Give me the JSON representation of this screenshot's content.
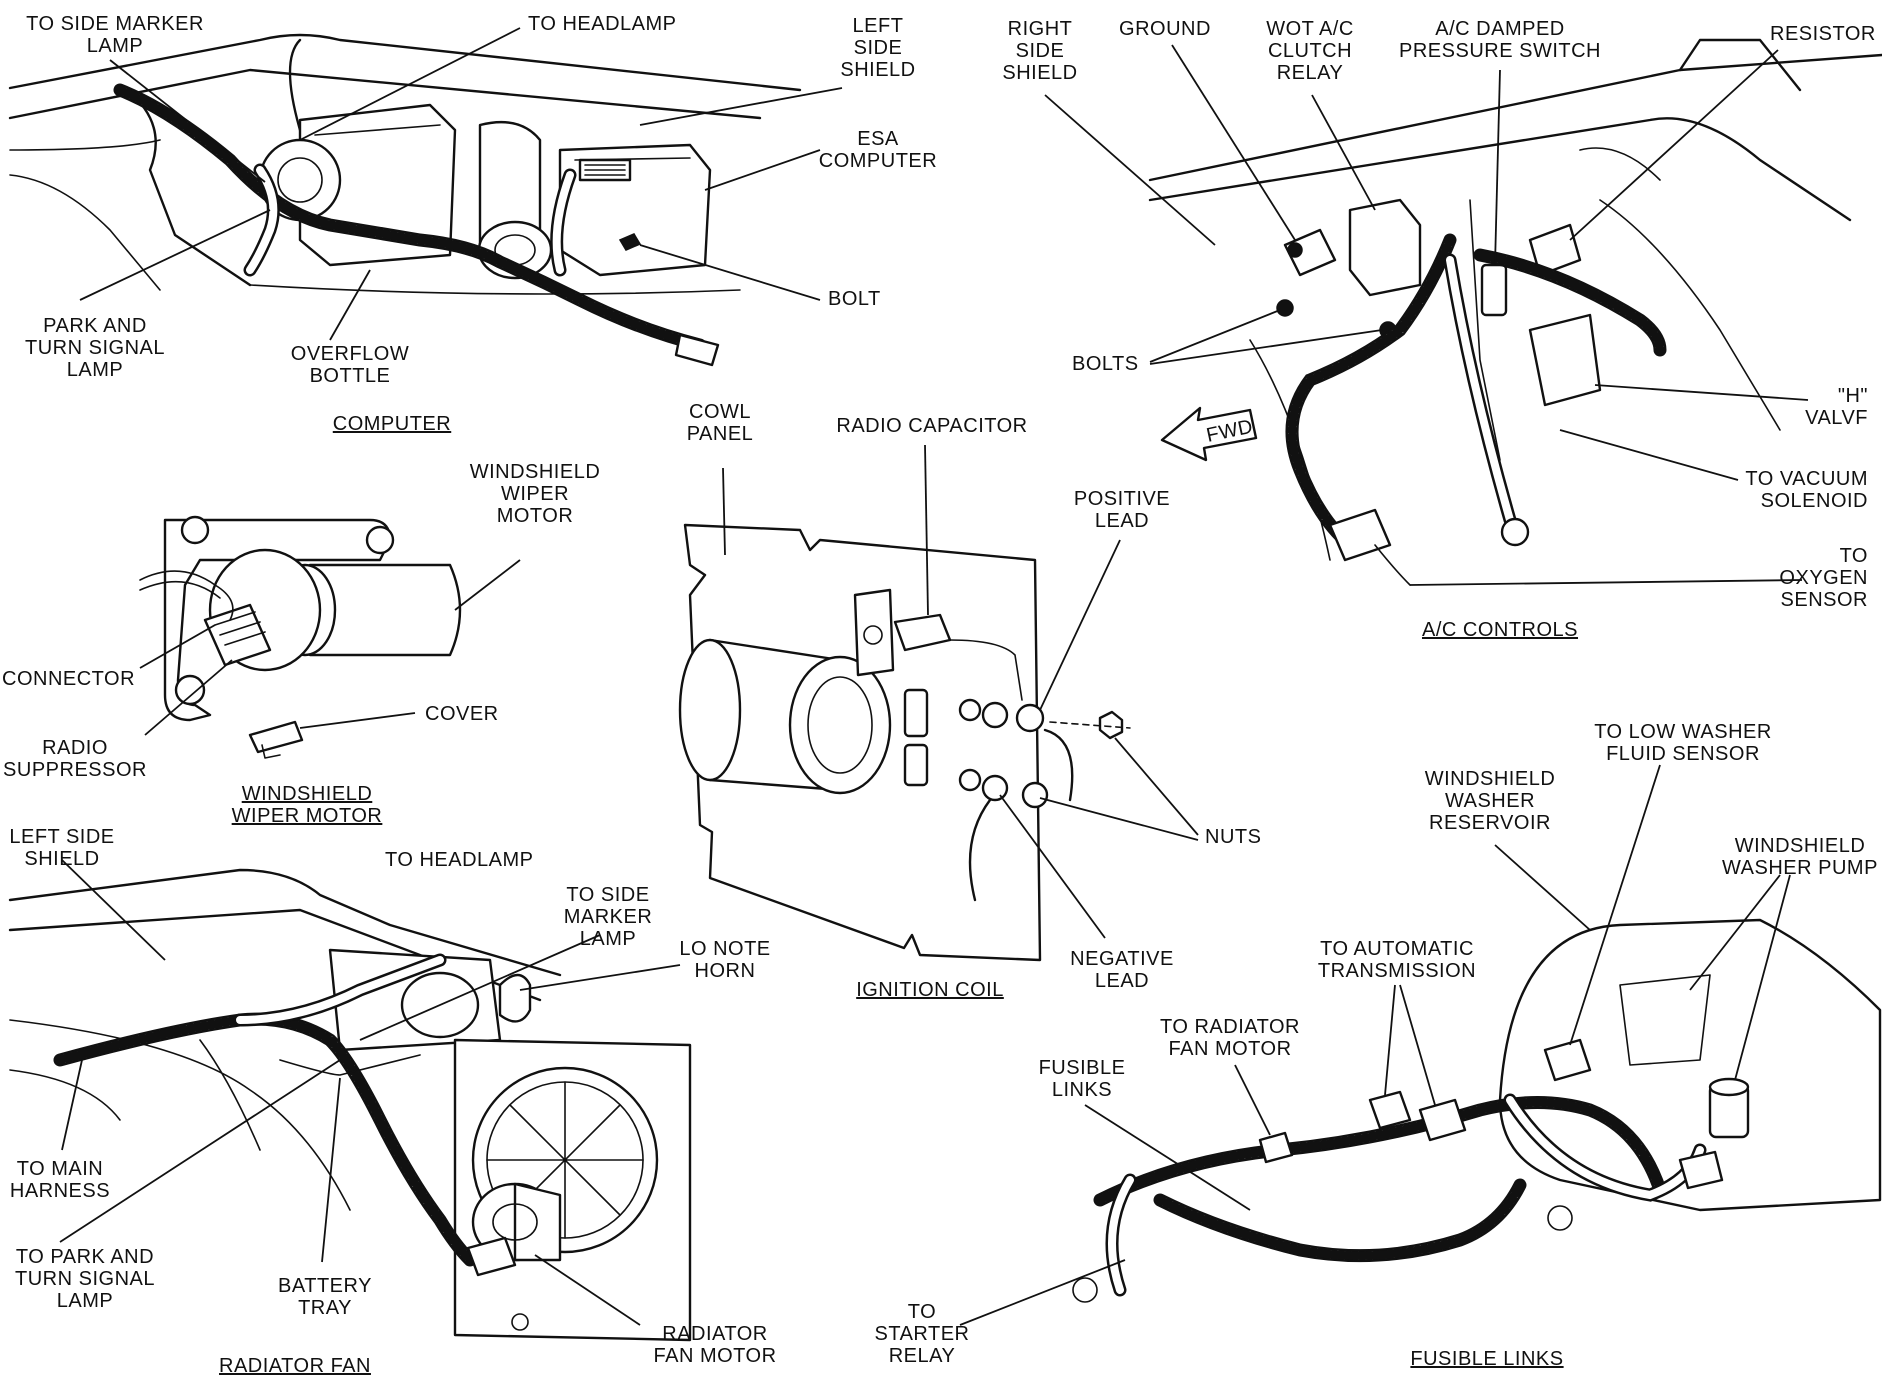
{
  "panels": {
    "computer": {
      "caption": "COMPUTER",
      "labels": {
        "to_side_marker_lamp": [
          "TO SIDE MARKER",
          "LAMP"
        ],
        "to_headlamp": [
          "TO HEADLAMP"
        ],
        "left_side_shield": [
          "LEFT",
          "SIDE",
          "SHIELD"
        ],
        "esa_computer": [
          "ESA",
          "COMPUTER"
        ],
        "bolt": [
          "BOLT"
        ],
        "park_and_turn_signal_lamp": [
          "PARK AND",
          "TURN SIGNAL",
          "LAMP"
        ],
        "overflow_bottle": [
          "OVERFLOW",
          "BOTTLE"
        ]
      }
    },
    "ac_controls": {
      "caption": "A/C CONTROLS",
      "labels": {
        "right_side_shield": [
          "RIGHT",
          "SIDE",
          "SHIELD"
        ],
        "ground": [
          "GROUND"
        ],
        "wot_ac_clutch_relay": [
          "WOT A/C",
          "CLUTCH",
          "RELAY"
        ],
        "ac_damped_pressure_switch": [
          "A/C DAMPED",
          "PRESSURE SWITCH"
        ],
        "resistor": [
          "RESISTOR"
        ],
        "bolts": [
          "BOLTS"
        ],
        "h_valve": [
          "\"H\"",
          "VALVF"
        ],
        "to_vacuum_solenoid": [
          "TO VACUUM",
          "SOLENOID"
        ],
        "to_oxygen_sensor": [
          "TO",
          "OXYGEN",
          "SENSOR"
        ],
        "fwd": "FWD"
      }
    },
    "windshield_wiper_motor": {
      "caption": [
        "WINDSHIELD",
        "WIPER MOTOR"
      ],
      "labels": {
        "windshield_wiper_motor": [
          "WINDSHIELD",
          "WIPER",
          "MOTOR"
        ],
        "connector": [
          "CONNECTOR"
        ],
        "cover": [
          "COVER"
        ],
        "radio_suppressor": [
          "RADIO",
          "SUPPRESSOR"
        ]
      }
    },
    "ignition_coil": {
      "caption": "IGNITION COIL",
      "labels": {
        "cowl_panel": [
          "COWL",
          "PANEL"
        ],
        "radio_capacitor": [
          "RADIO CAPACITOR"
        ],
        "positive_lead": [
          "POSITIVE",
          "LEAD"
        ],
        "nuts": [
          "NUTS"
        ],
        "negative_lead": [
          "NEGATIVE",
          "LEAD"
        ]
      }
    },
    "radiator_fan": {
      "caption": "RADIATOR FAN",
      "labels": {
        "left_side_shield": [
          "LEFT SIDE",
          "SHIELD"
        ],
        "to_headlamp": [
          "TO HEADLAMP"
        ],
        "to_side_marker_lamp": [
          "TO SIDE",
          "MARKER",
          "LAMP"
        ],
        "lo_note_horn": [
          "LO NOTE",
          "HORN"
        ],
        "to_main_harness": [
          "TO MAIN",
          "HARNESS"
        ],
        "to_park_and_turn_signal_lamp": [
          "TO PARK AND",
          "TURN SIGNAL",
          "LAMP"
        ],
        "battery_tray": [
          "BATTERY",
          "TRAY"
        ],
        "radiator_fan_motor": [
          "RADIATOR",
          "FAN MOTOR"
        ]
      }
    },
    "fusible_links": {
      "caption": "FUSIBLE LINKS",
      "labels": {
        "to_low_washer_fluid_sensor": [
          "TO LOW WASHER",
          "FLUID SENSOR"
        ],
        "windshield_washer_reservoir": [
          "WINDSHIELD",
          "WASHER",
          "RESERVOIR"
        ],
        "windshield_washer_pump": [
          "WINDSHIELD",
          "WASHER PUMP"
        ],
        "to_automatic_transmission": [
          "TO AUTOMATIC",
          "TRANSMISSION"
        ],
        "to_radiator_fan_motor": [
          "TO RADIATOR",
          "FAN MOTOR"
        ],
        "fusible_links": [
          "FUSIBLE",
          "LINKS"
        ],
        "to_starter_relay": [
          "TO",
          "STARTER",
          "RELAY"
        ]
      }
    }
  }
}
